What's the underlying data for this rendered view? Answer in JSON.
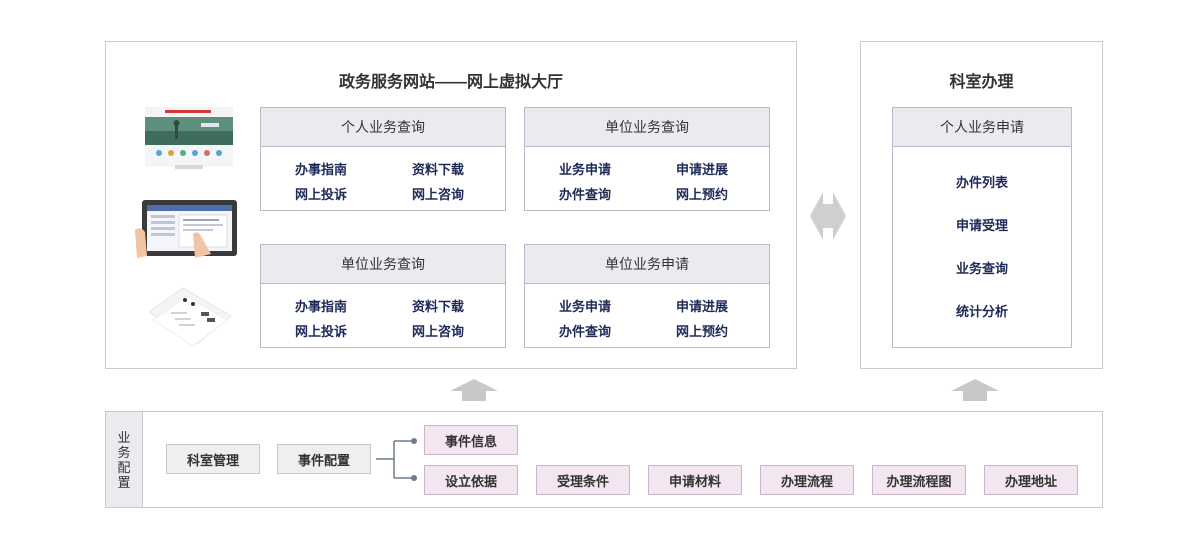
{
  "portal": {
    "title": "政务服务网站——网上虚拟大厅",
    "cards": [
      {
        "header": "个人业务查询",
        "links": [
          "办事指南",
          "资料下载",
          "网上投诉",
          "网上咨询"
        ]
      },
      {
        "header": "单位业务查询",
        "links": [
          "业务申请",
          "申请进展",
          "办件查询",
          "网上预约"
        ]
      },
      {
        "header": "单位业务查询",
        "links": [
          "办事指南",
          "资料下载",
          "网上投诉",
          "网上咨询"
        ]
      },
      {
        "header": "单位业务申请",
        "links": [
          "业务申请",
          "申请进展",
          "办件查询",
          "网上预约"
        ]
      }
    ]
  },
  "office": {
    "title": "科室办理",
    "card_header": "个人业务申请",
    "items": [
      "办件列表",
      "申请受理",
      "业务查询",
      "统计分析"
    ]
  },
  "config": {
    "side_label": [
      "业",
      "务",
      "配",
      "置"
    ],
    "left_buttons": [
      "科室管理",
      "事件配置"
    ],
    "event_info": "事件信息",
    "items": [
      "设立依据",
      "受理条件",
      "申请材料",
      "办理流程",
      "办理流程图",
      "办理地址"
    ]
  },
  "colors": {
    "link": "#1e2a57",
    "header_bg": "#eaebef",
    "pink_bg": "#f3e6f0",
    "arrow": "#c8c8c8"
  }
}
